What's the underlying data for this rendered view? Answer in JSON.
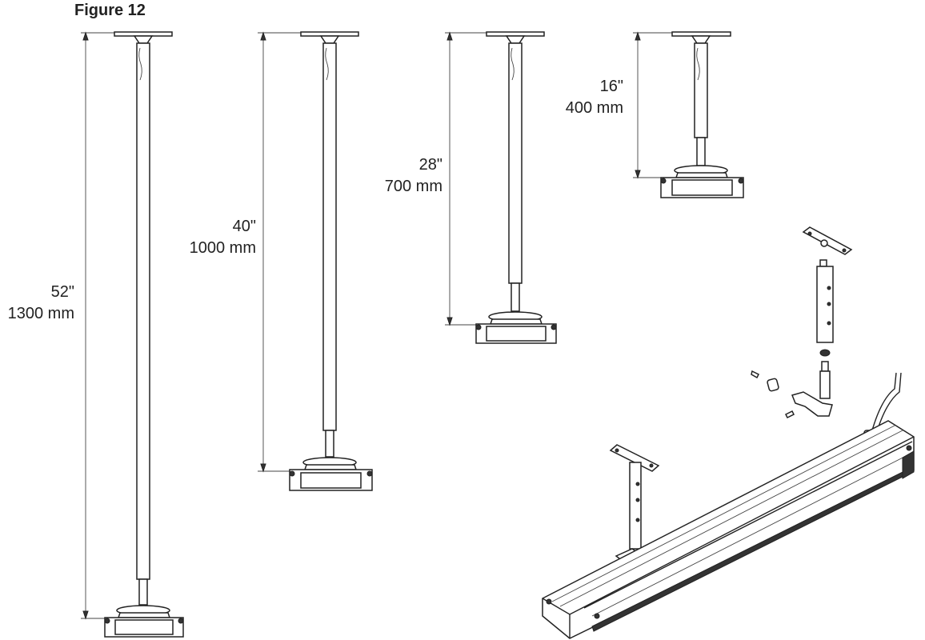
{
  "figure": {
    "title": "Figure 12"
  },
  "dimensions": [
    {
      "imperial": "52\"",
      "metric": "1300 mm"
    },
    {
      "imperial": "40\"",
      "metric": "1000 mm"
    },
    {
      "imperial": "28\"",
      "metric": "700 mm"
    },
    {
      "imperial": "16\"",
      "metric": "400 mm"
    }
  ]
}
